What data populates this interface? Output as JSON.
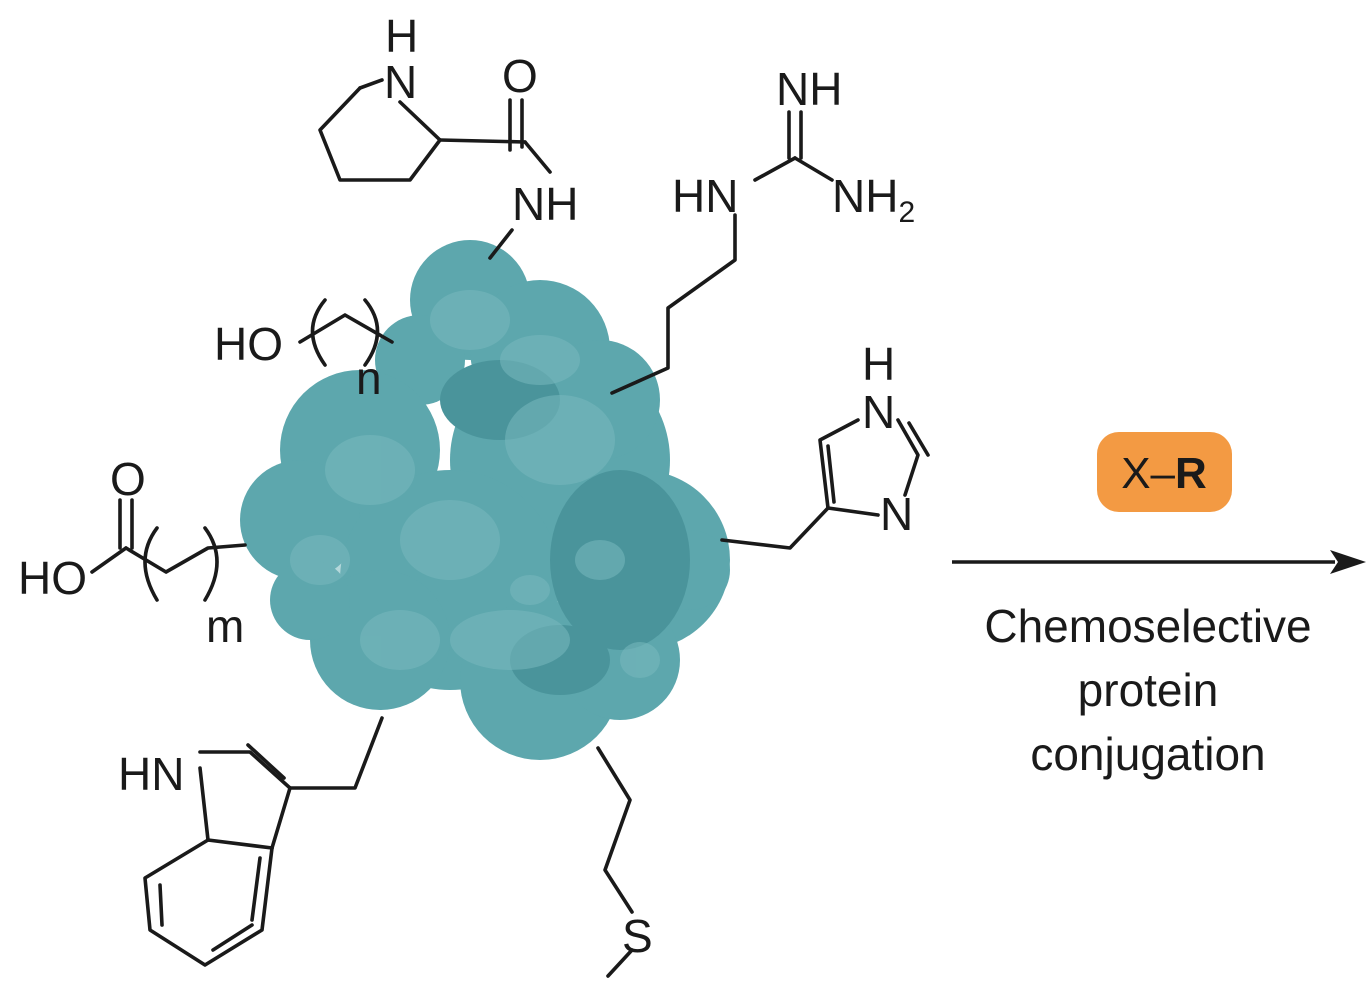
{
  "protein": {
    "fill": "#5da7ad",
    "dark": "#4a949b",
    "light": "#79b9be"
  },
  "side_chains": {
    "proline": {
      "ring_nh": "N",
      "ring_h": "H",
      "carbonyl_o": "O",
      "amide_nh": "NH"
    },
    "arginine": {
      "imine": "NH",
      "amine": "HN",
      "nh2": "NH",
      "nh2_sub": "2"
    },
    "serine": {
      "hydroxyl": "HO",
      "index": "n"
    },
    "glutamate": {
      "carbonyl_o": "O",
      "hydroxyl": "HO",
      "index": "m"
    },
    "histidine": {
      "nh_n": "N",
      "nh_h": "H",
      "n": "N"
    },
    "tryptophan": {
      "nh": "HN"
    },
    "methionine": {
      "sulfur": "S"
    }
  },
  "reaction": {
    "reagent_prefix": "X",
    "reagent_dash": "–",
    "reagent_group": "R",
    "reagent_color": "#f39a43",
    "conditions": [
      "Chemoselective",
      "protein",
      "conjugation"
    ]
  }
}
